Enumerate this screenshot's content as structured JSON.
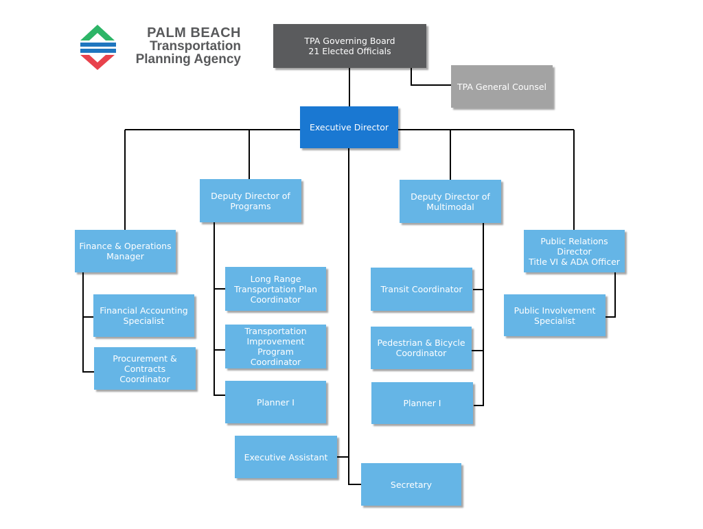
{
  "logo": {
    "line1": "PALM BEACH",
    "line2": "Transportation",
    "line3": "Planning Agency",
    "colors": {
      "green": "#2db567",
      "blue": "#1f76bf",
      "red": "#e8424c"
    }
  },
  "nodes": {
    "board": "TPA Governing Board\n21 Elected Officials",
    "counsel": "TPA General Counsel",
    "executive_director": "Executive Director",
    "deputy_programs": "Deputy Director of\nPrograms",
    "deputy_multimodal": "Deputy Director of\nMultimodal",
    "finance_manager": "Finance & Operations\nManager",
    "pr_director": "Public Relations Director\nTitle VI & ADA Officer",
    "financial_accounting": "Financial Accounting\nSpecialist",
    "procurement": "Procurement & Contracts\nCoordinator",
    "lrtp": "Long Range\nTransportation Plan\nCoordinator",
    "tip": "Transportation\nImprovement Program\nCoordinator",
    "planner_programs": "Planner I",
    "transit": "Transit Coordinator",
    "ped_bike": "Pedestrian & Bicycle\nCoordinator",
    "planner_multimodal": "Planner I",
    "public_involvement": "Public Involvement\nSpecialist",
    "exec_assistant": "Executive Assistant",
    "secretary": "Secretary"
  },
  "colors": {
    "box_blue": "#65b5e6",
    "executive": "#1a78d2",
    "board": "#5a5b5d",
    "counsel": "#a3a3a3",
    "line": "#000000"
  }
}
